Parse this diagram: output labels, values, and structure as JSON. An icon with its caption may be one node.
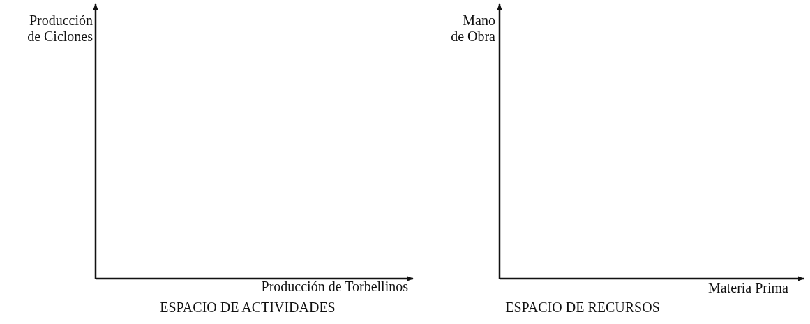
{
  "diagram": {
    "labels": [
      "Producción de Ciclones",
      "Producción de Torbellinos",
      "ESPACIO DE ACTIVIDADES",
      "Mano de Obra",
      "Materia Prima",
      "ESPACIO DE RECURSOS"
    ]
  }
}
